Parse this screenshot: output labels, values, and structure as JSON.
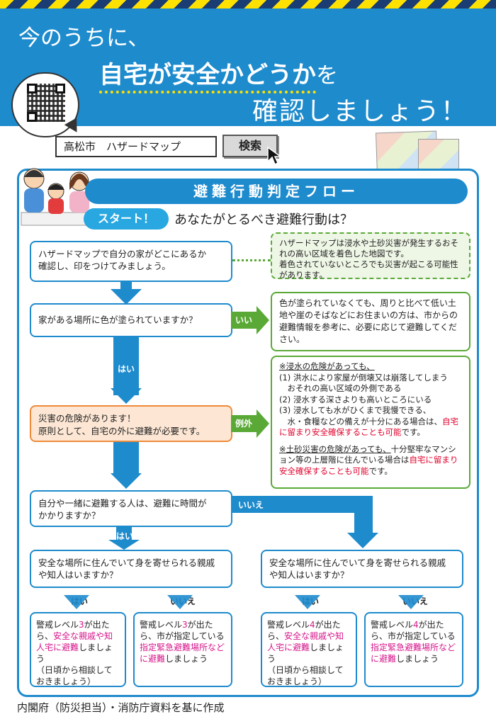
{
  "header": {
    "line1": "今のうちに、",
    "line2_emph": "自宅が安全かどうか",
    "line2_suffix": "を",
    "line3": "確認しましょう！"
  },
  "search": {
    "query": "高松市　ハザードマップ",
    "button_label": "検索"
  },
  "flow": {
    "title": "避難行動判定フロー",
    "start_label": "スタート！",
    "question": "あなたがとるべき避難行動は？",
    "step1": "ハザードマップで自分の家がどこにあるか\n確認し、印をつけてみましょう。",
    "note_hazardmap": "ハザードマップは浸水や土砂災害が発生するおそれの高い区域を着色した地図です。\n着色されていないところでも災害が起こる可能性があります。",
    "step2": "家がある場所に色が塗られていますか？",
    "no_label_1": "いいえ",
    "note_no_color": "色が塗られていなくても、周りと比べて低い土地や崖のそばなどにお住まいの方は、市からの避難情報を参考に、必要に応じて避難してください。",
    "yes_label_1": "はい",
    "step3_line1": "災害の危険があります！",
    "step3_line2": "原則として、自宅の外に避難が必要です。",
    "exception_label": "例外",
    "exception": {
      "flood_heading": "※浸水の危険があっても、",
      "item1": "(1) 洪水により家屋が倒壊又は崩落してしまう\n　おそれの高い区域の外側である",
      "item2": "(2) 浸水する深さよりも高いところにいる",
      "item3_a": "(3) 浸水しても水がひくまで我慢できる、\n　水・食糧などの備えが十分にある場合は、",
      "item3_b": "自宅に留まり安全確保することも可能",
      "item3_c": "です。",
      "land_heading": "※土砂災害の危険があっても、",
      "land_a": "十分堅牢なマンション等の上層階に住んでいる場合は",
      "land_b": "自宅に留まり安全確保することも可能",
      "land_c": "です。"
    },
    "step4": "自分や一緒に避難する人は、避難に時間が\nかかりますか？",
    "no_label_2": "いいえ",
    "yes_label_2": "はい",
    "step5_left": "安全な場所に住んでいて身を寄せられる親戚\nや知人はいますか？",
    "step5_right": "安全な場所に住んでいて身を寄せられる親戚\nや知人はいますか？",
    "yes_label_3": "はい",
    "no_label_3": "いいえ",
    "yes_label_4": "はい",
    "no_label_4": "いいえ",
    "result1": {
      "a": "警戒レベル",
      "lvl": "3",
      "b": "が出たら、",
      "c": "安全な親戚や知人宅に避難",
      "d": "しましょう",
      "e": "（日頃から相談しておきましょう）"
    },
    "result2": {
      "a": "警戒レベル",
      "lvl": "3",
      "b": "が出たら、市が指定している",
      "c": "指定緊急避難場所などに避難",
      "d": "しましょう"
    },
    "result3": {
      "a": "警戒レベル",
      "lvl": "4",
      "b": "が出たら、",
      "c": "安全な親戚や知人宅に避難",
      "d": "しましょう",
      "e": "（日頃から相談しておきましょう）"
    },
    "result4": {
      "a": "警戒レベル",
      "lvl": "4",
      "b": "が出たら、市が指定している",
      "c": "指定緊急避難場所などに避難",
      "d": "しましょう"
    }
  },
  "credit": "内閣府（防災担当）・消防庁資料を基に作成",
  "colors": {
    "primary": "#1e8bcd",
    "accent_yellow": "#ffe100",
    "green": "#5aa937",
    "orange": "#ee8a3a",
    "red": "#e2002b",
    "magenta": "#d6168b"
  }
}
